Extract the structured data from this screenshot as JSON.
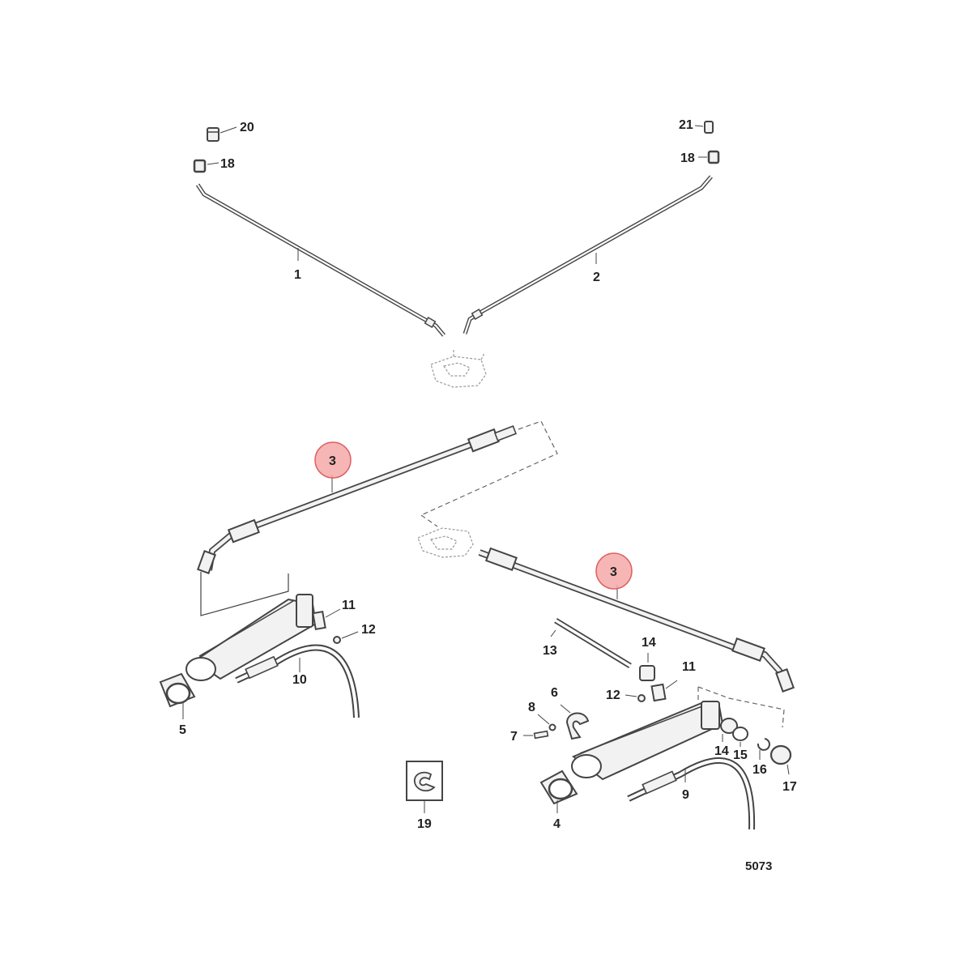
{
  "diagram_id": "5073",
  "callouts": {
    "c1": "1",
    "c2": "2",
    "c3a": "3",
    "c3b": "3",
    "c4": "4",
    "c5": "5",
    "c6": "6",
    "c7": "7",
    "c8": "8",
    "c9": "9",
    "c10": "10",
    "c11a": "11",
    "c11b": "11",
    "c12a": "12",
    "c12b": "12",
    "c13": "13",
    "c14a": "14",
    "c14b": "14",
    "c15": "15",
    "c16": "16",
    "c17": "17",
    "c18a": "18",
    "c18b": "18",
    "c19": "19",
    "c20": "20",
    "c21": "21"
  },
  "colors": {
    "line": "#444444",
    "highlight_fill": "#f4a9a9",
    "highlight_stroke": "#e06060",
    "part_fill": "#f2f2f2"
  }
}
